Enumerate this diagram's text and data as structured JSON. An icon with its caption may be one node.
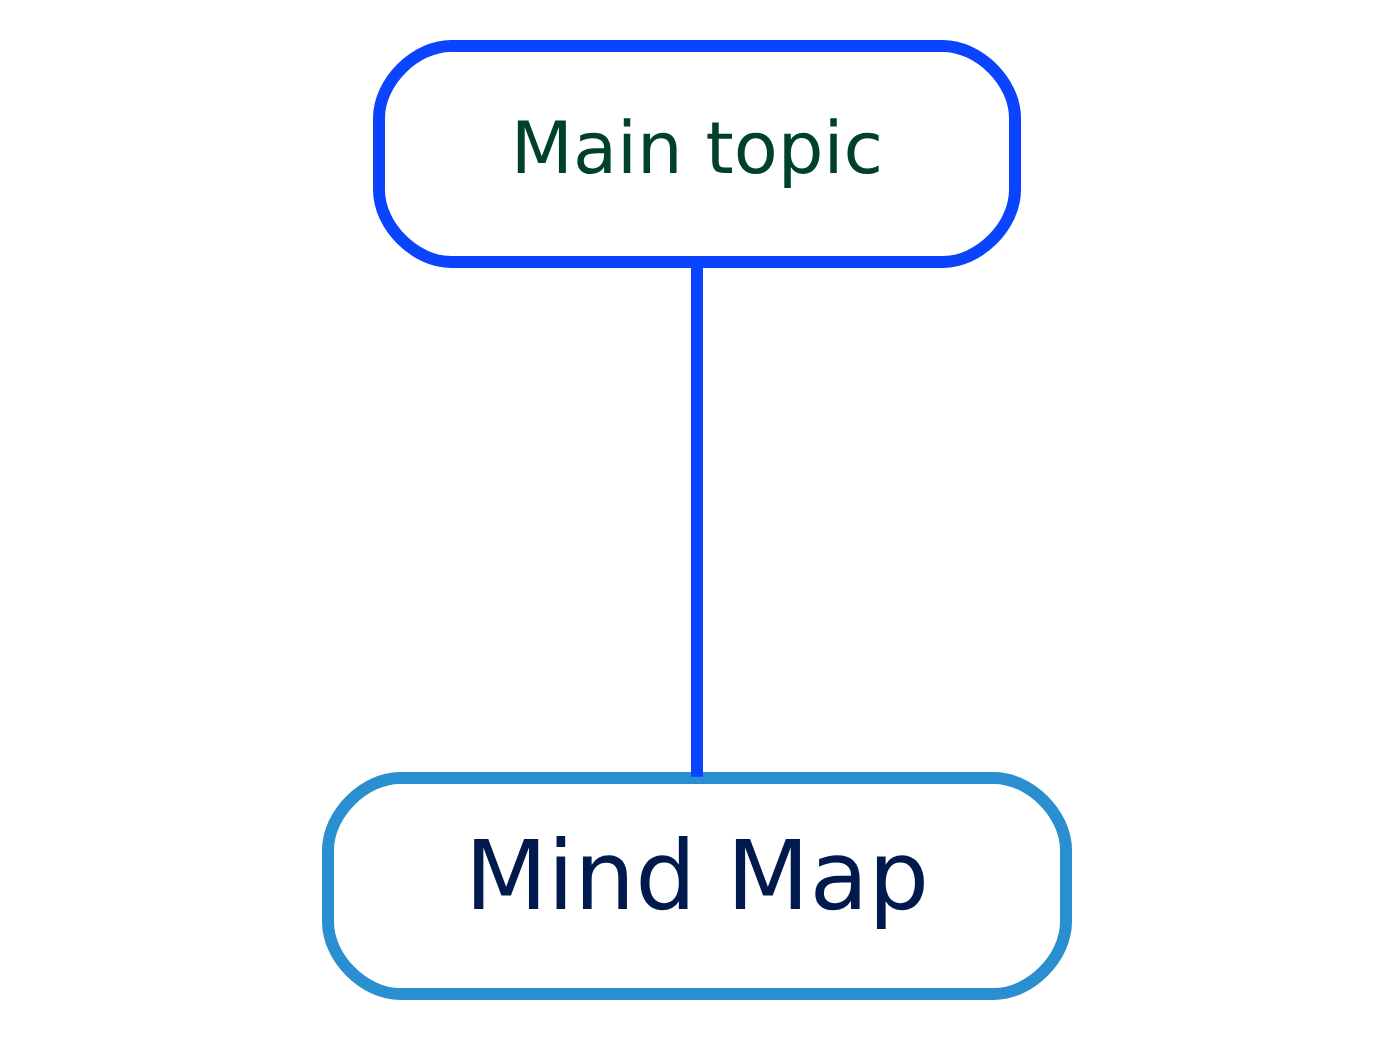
{
  "diagram": {
    "nodes": [
      {
        "text": [
          "Main topic"
        ]
      },
      {
        "text": [
          "Mind Map"
        ]
      }
    ],
    "edges": [
      {
        "from": 1,
        "to": 0,
        "arrow": "none"
      }
    ]
  }
}
